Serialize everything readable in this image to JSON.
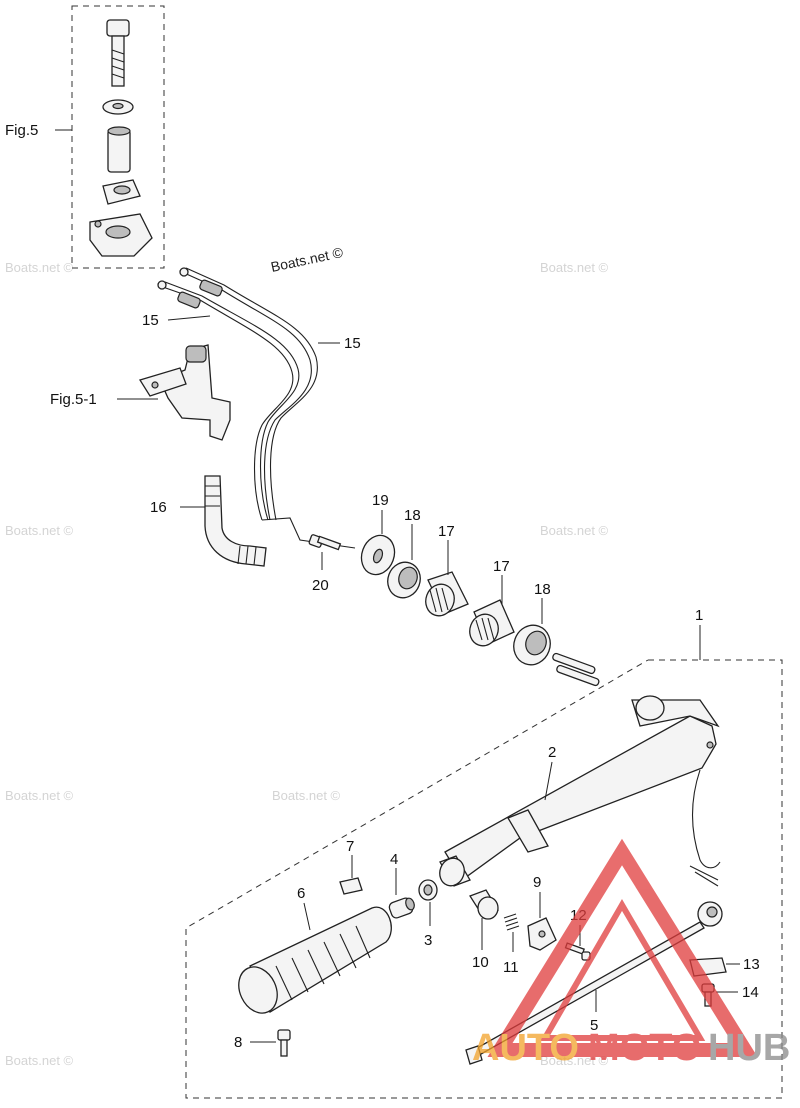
{
  "figure_refs": {
    "fig5": "Fig.5",
    "fig5_1": "Fig.5-1"
  },
  "credit": "Boats.net ©",
  "watermark": "Boats.net ©",
  "callouts": {
    "p1": "1",
    "p2": "2",
    "p3": "3",
    "p4": "4",
    "p5": "5",
    "p6": "6",
    "p7": "7",
    "p8": "8",
    "p9": "9",
    "p10": "10",
    "p11": "11",
    "p12": "12",
    "p13": "13",
    "p14": "14",
    "p15a": "15",
    "p15b": "15",
    "p16": "16",
    "p17a": "17",
    "p17b": "17",
    "p18a": "18",
    "p18b": "18",
    "p19": "19",
    "p20": "20"
  },
  "logo": {
    "part1": "AUTO",
    "part2": "MOTO",
    "part3": "HUB",
    "color1": "#f2a22a",
    "color2": "#e03c3c",
    "color3": "#8a8a8a"
  }
}
